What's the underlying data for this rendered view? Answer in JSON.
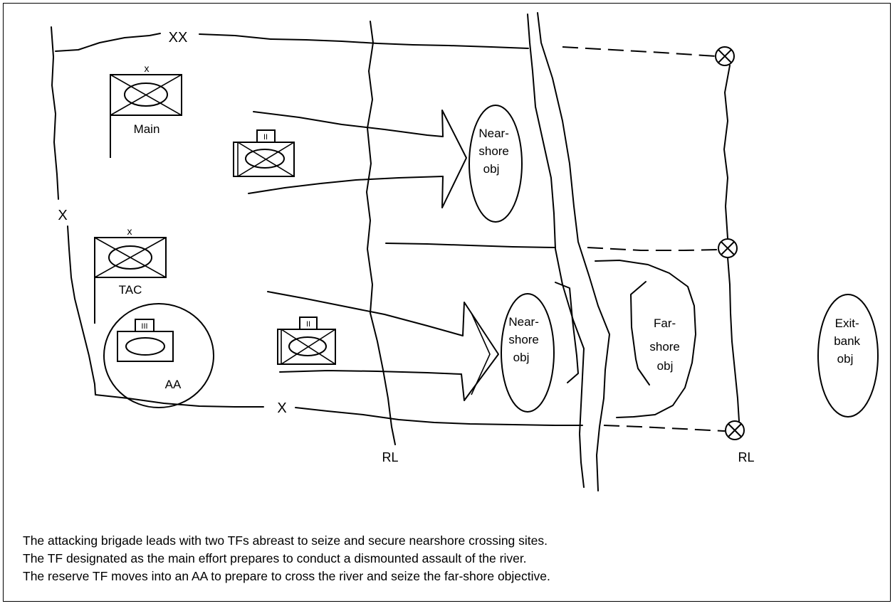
{
  "diagram": {
    "boundary_labels": {
      "division": "XX",
      "brigade_left": "X",
      "brigade_bottom": "X"
    },
    "release_lines": {
      "left": "RL",
      "right": "RL"
    },
    "units": {
      "main_cp": {
        "echelon": "x",
        "label": "Main"
      },
      "tac_cp": {
        "echelon": "x",
        "label": "TAC"
      },
      "assault_area_unit": {
        "echelon": "III",
        "label": "AA"
      },
      "task_force_upper": {
        "echelon": "II"
      },
      "task_force_lower": {
        "echelon": "II"
      }
    },
    "objectives": {
      "nearshore_upper": [
        "Near-",
        "shore",
        "obj"
      ],
      "nearshore_lower": [
        "Near-",
        "shore",
        "obj"
      ],
      "farshore": [
        "Far-",
        "shore",
        "obj"
      ],
      "exitbank": [
        "Exit-",
        "bank",
        "obj"
      ]
    }
  },
  "caption": [
    "The attacking brigade leads with two TFs abreast to seize and secure nearshore crossing sites.",
    "The TF designated as the main effort prepares to conduct a dismounted assault of the river.",
    "The reserve TF moves into an AA to prepare to cross the river and seize the far-shore objective."
  ]
}
